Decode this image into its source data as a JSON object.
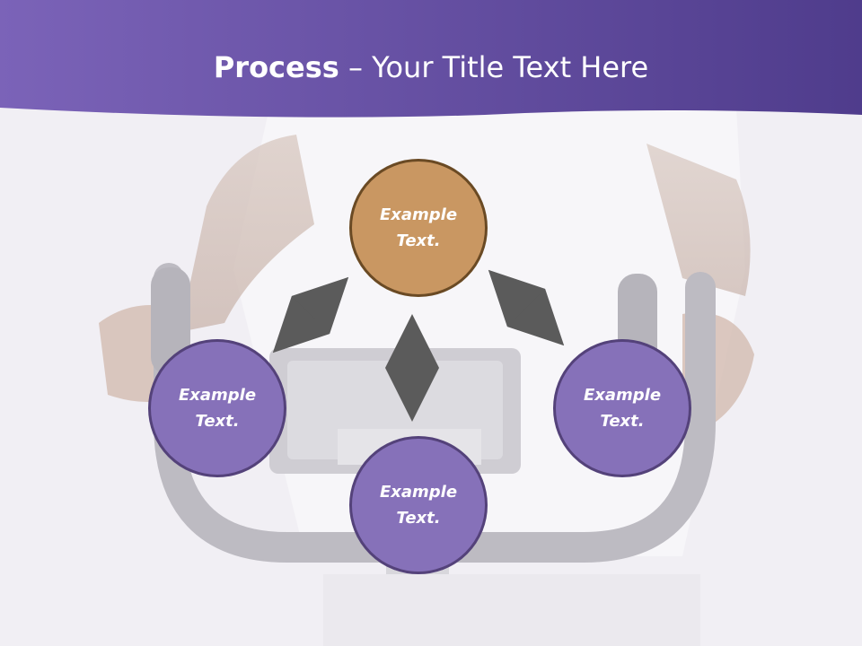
{
  "title": {
    "bold": "Process",
    "rest": " – Your Title Text Here"
  },
  "nodes": {
    "top": {
      "line1": "Example",
      "line2": "Text."
    },
    "left": {
      "line1": "Example",
      "line2": "Text."
    },
    "right": {
      "line1": "Example",
      "line2": "Text."
    },
    "bottom": {
      "line1": "Example",
      "line2": "Text."
    }
  },
  "colors": {
    "banner": "#6a55a8",
    "node_purple": "#8671b9",
    "node_orange": "#c99762",
    "arrow": "#5b5b5b"
  }
}
